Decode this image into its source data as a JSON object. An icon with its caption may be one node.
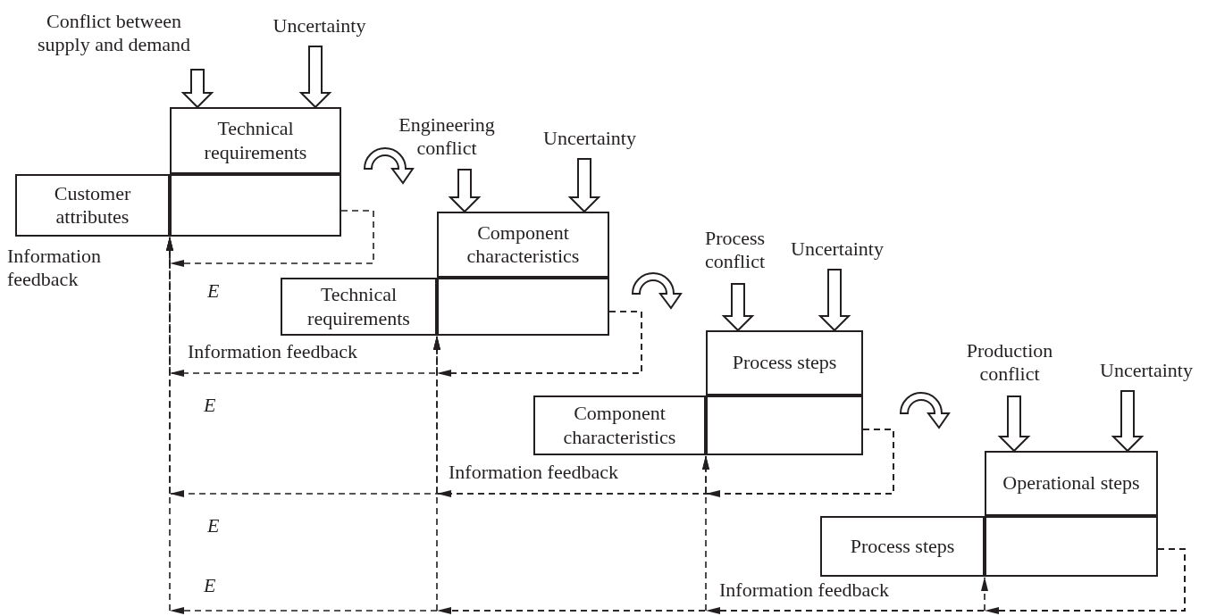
{
  "diagram": {
    "nodes": [
      {
        "text": [
          "Conflict between supply and demand"
        ]
      },
      {
        "text": [
          "Uncertainty"
        ]
      },
      {
        "text": [
          "Technical requirements"
        ]
      },
      {
        "text": [
          "Customer attributes"
        ]
      },
      {
        "text": [],
        "shape": "box"
      },
      {
        "text": [
          "Engineering conflict"
        ]
      },
      {
        "text": [
          "Uncertainty"
        ]
      },
      {
        "text": [
          "Component characteristics"
        ]
      },
      {
        "text": [
          "Technical requirements"
        ]
      },
      {
        "text": [],
        "shape": "box"
      },
      {
        "text": [
          "Process conflict"
        ]
      },
      {
        "text": [
          "Uncertainty"
        ]
      },
      {
        "text": [
          "Process steps"
        ]
      },
      {
        "text": [
          "Component characteristics"
        ]
      },
      {
        "text": [],
        "shape": "box"
      },
      {
        "text": [
          "Production conflict"
        ]
      },
      {
        "text": [
          "Uncertainty"
        ]
      },
      {
        "text": [
          "Operational steps"
        ]
      },
      {
        "text": [
          "Process steps"
        ]
      },
      {
        "text": [],
        "shape": "box"
      }
    ],
    "edges": [
      {
        "from": 0,
        "to": 2,
        "arrow": "to",
        "style": "thick"
      },
      {
        "from": 1,
        "to": 2,
        "arrow": "to",
        "style": "thick"
      },
      {
        "from": 5,
        "to": 7,
        "arrow": "to",
        "style": "thick"
      },
      {
        "from": 6,
        "to": 7,
        "arrow": "to",
        "style": "thick"
      },
      {
        "from": 10,
        "to": 12,
        "arrow": "to",
        "style": "thick"
      },
      {
        "from": 11,
        "to": 12,
        "arrow": "to",
        "style": "thick"
      },
      {
        "from": 15,
        "to": 17,
        "arrow": "to",
        "style": "thick"
      },
      {
        "from": 16,
        "to": 17,
        "arrow": "to",
        "style": "thick"
      },
      {
        "from": 4,
        "to": 4,
        "arrow": "to",
        "style": "dashed",
        "label": "Information feedback"
      },
      {
        "from": 9,
        "to": 9,
        "arrow": "to",
        "style": "dashed"
      },
      {
        "from": 9,
        "to": 4,
        "arrow": "to",
        "style": "dashed",
        "label": "Information feedback"
      },
      {
        "from": 14,
        "to": 14,
        "arrow": "to",
        "style": "dashed"
      },
      {
        "from": 14,
        "to": 9,
        "arrow": "to",
        "style": "dashed",
        "label": "Information feedback"
      },
      {
        "from": 14,
        "to": 4,
        "arrow": "to",
        "style": "dashed"
      },
      {
        "from": 19,
        "to": 19,
        "arrow": "to",
        "style": "dashed"
      },
      {
        "from": 19,
        "to": 14,
        "arrow": "to",
        "style": "dashed",
        "label": "Information feedback"
      },
      {
        "from": 19,
        "to": 9,
        "arrow": "to",
        "style": "dashed"
      },
      {
        "from": 19,
        "to": 4,
        "arrow": "to",
        "style": "dashed"
      }
    ],
    "labels": [
      "E",
      "E",
      "E",
      "E"
    ]
  }
}
